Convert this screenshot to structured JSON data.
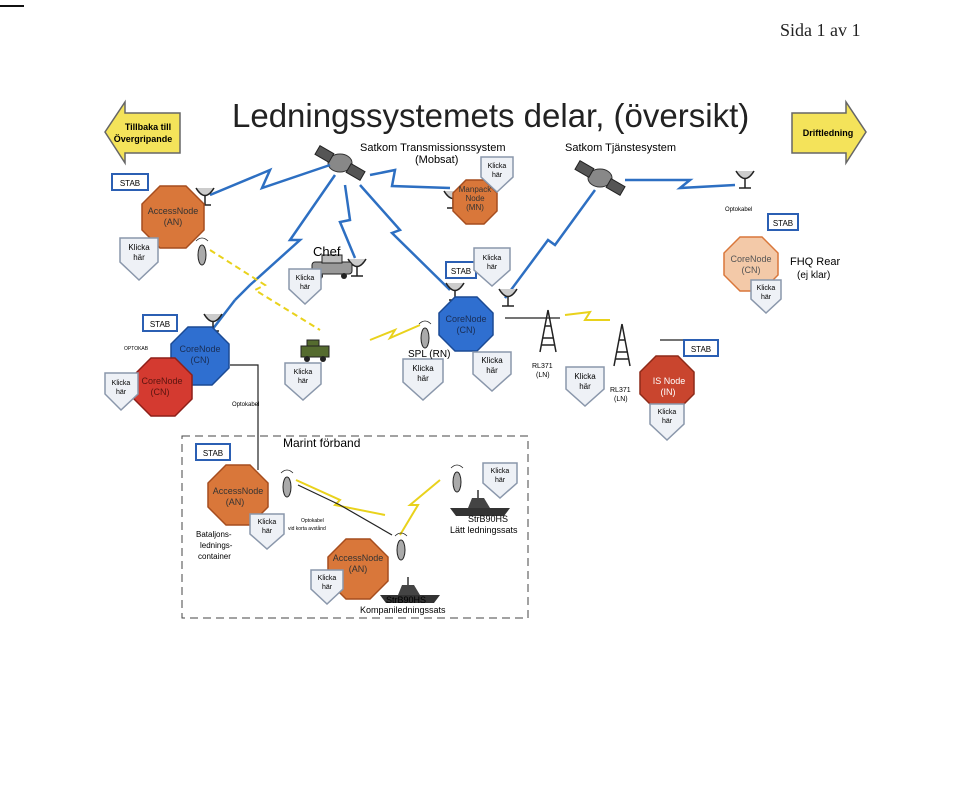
{
  "page": {
    "number_text": "Sida 1 av 1",
    "title": "Ledningssystemets delar, (översikt)"
  },
  "nav": {
    "back_label_line1": "Tillbaka till",
    "back_label_line2": "Övergripande",
    "forward_label": "Driftledning"
  },
  "satellites": {
    "transmission_line1": "Satkom Transmissionssystem",
    "transmission_line2": "(Mobsat)",
    "service": "Satkom Tjänstesystem"
  },
  "common": {
    "klicka_line1": "Klicka",
    "klicka_line2": "här",
    "stab": "STAB",
    "optokabel": "Optokabel",
    "optokab_short": "OPTOKAB"
  },
  "nodes": {
    "access_top_line1": "AccessNode",
    "access_top_line2": "(AN)",
    "manpack_line1": "Manpack",
    "manpack_line2": "Node",
    "manpack_line3": "(MN)",
    "core_center_line1": "CoreNode",
    "core_center_line2": "(CN)",
    "core_left_line1": "CoreNode",
    "core_left_line2": "(CN)",
    "core_red_line1": "CoreNode",
    "core_red_line2": "(CN)",
    "core_right_line1": "CoreNode",
    "core_right_line2": "(CN)",
    "is_node_line1": "IS Node",
    "is_node_line2": "(IN)",
    "access_marine_line1": "AccessNode",
    "access_marine_line2": "(AN)",
    "access_bottom_line1": "AccessNode",
    "access_bottom_line2": "(AN)"
  },
  "labels": {
    "chef": "Chef",
    "spl": "SPL (RN)",
    "rl371_a_line1": "RL371",
    "rl371_a_line2": "(LN)",
    "rl371_b_line1": "RL371",
    "rl371_b_line2": "(LN)",
    "fhq_line1": "FHQ Rear",
    "fhq_line2": "(ej klar)",
    "marint": "Marint förband",
    "bat_line1": "Bataljons-",
    "bat_line2": "lednings-",
    "bat_line3": "container",
    "opto_small_line1": "Optokabel",
    "opto_small_line2": "vid korta avstånd",
    "strb_light_line1": "StrB90HS",
    "strb_light_line2": "Lätt ledningssats",
    "strb_company_line1": "StrB90HS",
    "strb_company_line2": "Kompaniledningssats"
  },
  "colors": {
    "access_orange": "#d9773a",
    "core_blue": "#2f6fd0",
    "red_node": "#d43a30",
    "is_red": "#c9452e",
    "stab_blue": "#2b5fb3",
    "lightning_blue": "#2d6fc2",
    "lightning_yellow": "#e9d21c",
    "arrow_yellow": "#f4e35a"
  }
}
